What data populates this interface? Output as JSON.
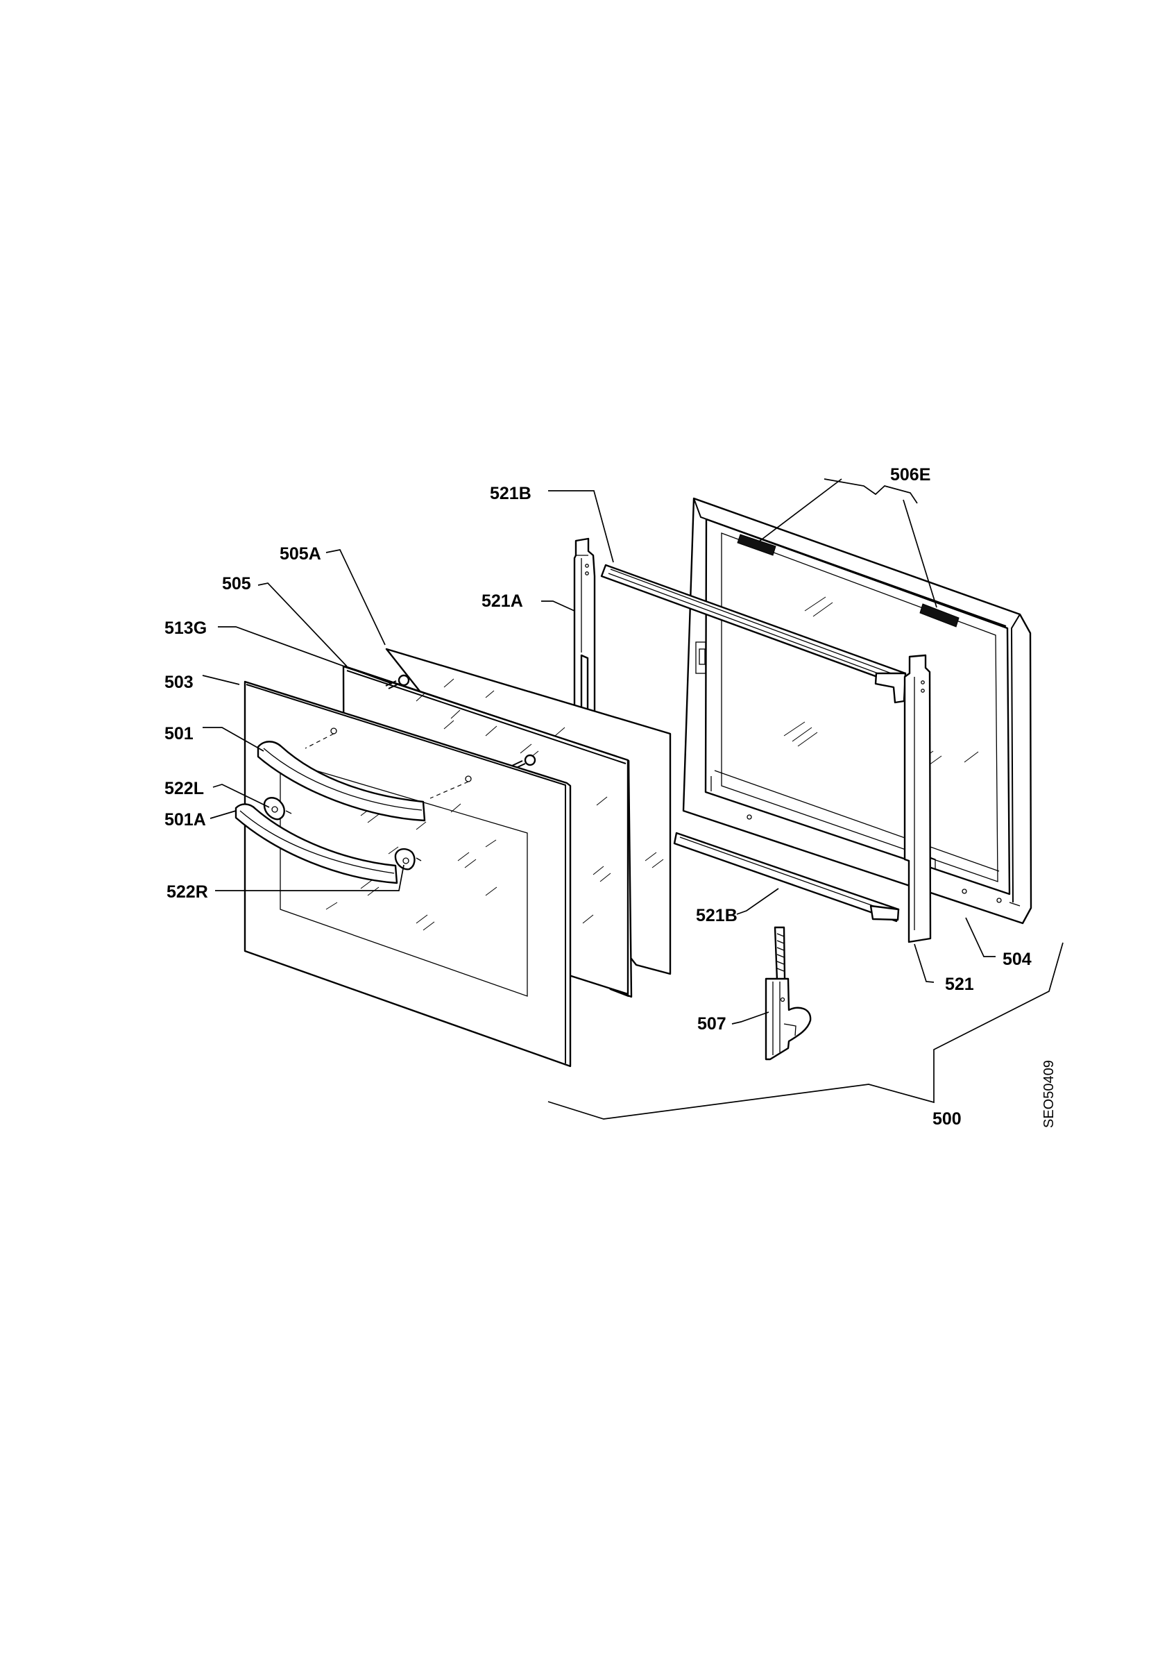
{
  "diagram": {
    "drawing_code": "SEO50409",
    "callouts": [
      {
        "id": "506E",
        "text": "506E"
      },
      {
        "id": "521B_top",
        "text": "521B"
      },
      {
        "id": "505A",
        "text": "505A"
      },
      {
        "id": "505",
        "text": "505"
      },
      {
        "id": "521A",
        "text": "521A"
      },
      {
        "id": "513G",
        "text": "513G"
      },
      {
        "id": "503",
        "text": "503"
      },
      {
        "id": "501",
        "text": "501"
      },
      {
        "id": "522L",
        "text": "522L"
      },
      {
        "id": "501A",
        "text": "501A"
      },
      {
        "id": "522R",
        "text": "522R"
      },
      {
        "id": "521B_bottom",
        "text": "521B"
      },
      {
        "id": "504",
        "text": "504"
      },
      {
        "id": "521",
        "text": "521"
      },
      {
        "id": "507",
        "text": "507"
      },
      {
        "id": "500",
        "text": "500"
      }
    ]
  }
}
